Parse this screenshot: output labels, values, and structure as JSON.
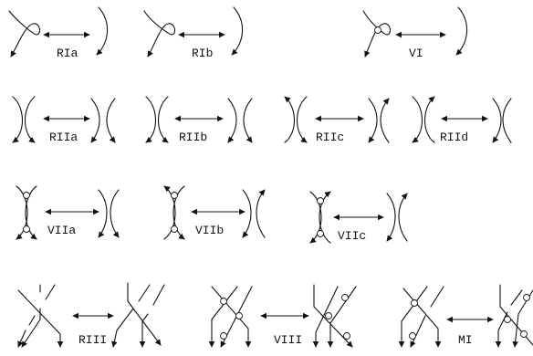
{
  "moves": [
    {
      "id": "RIa",
      "label": "RIa"
    },
    {
      "id": "RIb",
      "label": "RIb"
    },
    {
      "id": "VI",
      "label": "VI"
    },
    {
      "id": "RIIa",
      "label": "RIIa"
    },
    {
      "id": "RIIb",
      "label": "RIIb"
    },
    {
      "id": "RIIc",
      "label": "RIIc"
    },
    {
      "id": "RIId",
      "label": "RIId"
    },
    {
      "id": "VIIa",
      "label": "VIIa"
    },
    {
      "id": "VIIb",
      "label": "VIIb"
    },
    {
      "id": "VIIc",
      "label": "VIIc"
    },
    {
      "id": "RIII",
      "label": "RIII"
    },
    {
      "id": "VIII",
      "label": "VIII"
    },
    {
      "id": "MI",
      "label": "MI"
    }
  ],
  "colors": {
    "stroke": "#111111",
    "background": "#ffffff"
  }
}
